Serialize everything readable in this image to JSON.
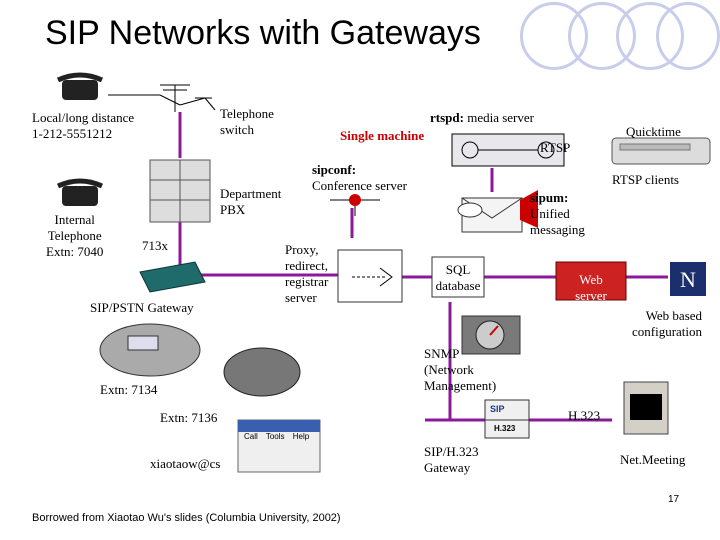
{
  "title": "SIP Networks with Gateways",
  "footer": "Borrowed from Xiaotao Wu's slides (Columbia University, 2002)",
  "page_number": "17",
  "labels": {
    "local_phone": [
      "Local/long distance",
      "1-212-5551212"
    ],
    "telephone_switch": [
      "Telephone",
      "switch"
    ],
    "internal_phone": [
      "Internal",
      "Telephone",
      "Extn: 7040"
    ],
    "department_pbx": [
      "Department",
      "PBX"
    ],
    "ext_713x": "713x",
    "sip_pstn_gateway": "SIP/PSTN Gateway",
    "extn_7134": "Extn: 7134",
    "extn_7136": "Extn: 7136",
    "user_id": "xiaotaow@cs",
    "sipconf": "sipconf:",
    "conference_server": "Conference server",
    "rtspd": "rtspd:",
    "media_server": "media server",
    "single_machine": "Single machine",
    "rtsp": "RTSP",
    "quicktime": "Quicktime",
    "rtsp_clients": "RTSP clients",
    "sipum": [
      "sipum:",
      "Unified",
      "messaging"
    ],
    "proxy": [
      "Proxy,",
      "redirect,",
      "registrar",
      "server"
    ],
    "sql_database": [
      "SQL",
      "database"
    ],
    "web_server": [
      "Web",
      "server"
    ],
    "web_config": [
      "Web based",
      "configuration"
    ],
    "snmp": [
      "SNMP",
      "(Network",
      "Management)"
    ],
    "h323": "H.323",
    "sip_h323_gateway": [
      "SIP/H.323",
      "Gateway"
    ],
    "netmeeting": "Net.Meeting",
    "sip_badge": "SIP",
    "h323_badge": "H.323",
    "softphone_menu": [
      "Call",
      "Tools",
      "Help"
    ]
  },
  "colors": {
    "link_purple": "#8b1a9b",
    "accent_red": "#cc0000",
    "deco_circle": "#c7cdea"
  }
}
